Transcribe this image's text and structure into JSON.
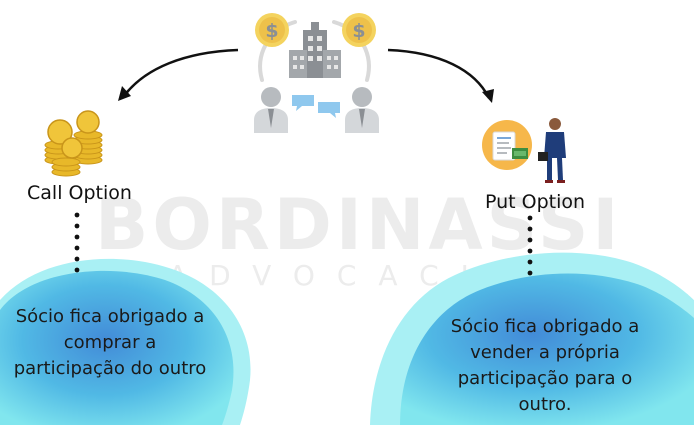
{
  "watermark": {
    "brand": "BORDINASSI",
    "sub": "ADVOCACIA"
  },
  "call_option": {
    "title": "Call Option",
    "description": "Sócio fica obrigado a comprar a participação do outro"
  },
  "put_option": {
    "title": "Put Option",
    "description": "Sócio fica obrigado a vender a própria participação para o outro."
  },
  "colors": {
    "blob_light": "#7fe6ee",
    "blob_mid": "#5ad2e6",
    "blob_dark": "#3f8fd8",
    "coin": "#e8b829",
    "arrow": "#111111",
    "icon_gray": "#9aa0a6",
    "bubble_blue": "#8fc8ee"
  }
}
